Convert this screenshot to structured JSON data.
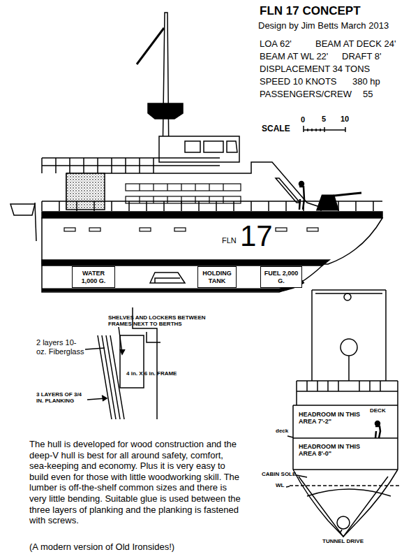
{
  "diagram": {
    "title": "FLN 17 CONCEPT",
    "caption": "The hull is developed for wood construction and the deep-V hull is best for all around safety, comfort, sea-keeping and economy. Plus it is very easy to build even for those with little woodworking skill. The lumber is off-the-shelf common sizes and there is very little bending. Suitable glue is used between the three layers of planking and the planking is fastened with screws.",
    "nodes": [
      {
        "text": [
          "WATER 1,000 G."
        ]
      },
      {
        "text": [
          "HOLDING TANK"
        ]
      },
      {
        "text": [
          "FUEL 2,000 G."
        ]
      }
    ],
    "labels": [
      "Design by Jim Betts March 2013",
      "LOA 62'",
      "BEAM AT DECK 24'",
      "BEAM AT WL 22'",
      "DRAFT 8'",
      "DISPLACEMENT 34 TONS",
      "SPEED 10 KNOTS",
      "380 hp",
      "PASSENGERS/CREW",
      "55",
      "SCALE",
      "0",
      "5",
      "10",
      "FLN",
      "17",
      "SHELVES AND LOCKERS BETWEEN FRAMES NEXT TO BERTHS",
      "2 layers 10-oz. Fiberglass",
      "4 in. X 6 in. FRAME",
      "3 LAYERS OF 3/4 IN. PLANKING",
      "DECK",
      "HEADROOM IN THIS AREA 7'-2\"",
      "deck",
      "HEADROOM IN THIS AREA 8'-0\"",
      "CABIN SOLE",
      "WL",
      "TUNNEL DRIVE",
      "(A modern version of Old Ironsides!)"
    ]
  }
}
